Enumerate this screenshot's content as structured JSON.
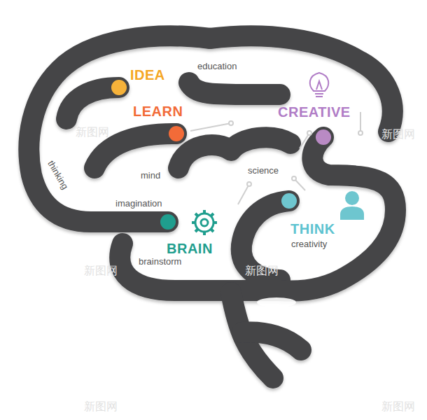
{
  "diagram": {
    "labels": [
      "IDEA",
      "education",
      "LEARN",
      "CREATIVE",
      "thinking",
      "mind",
      "science",
      "imagination",
      "BRAIN",
      "THINK",
      "creativity",
      "brainstorm",
      "新图网",
      "新图网",
      "新图网",
      "新图网",
      "新图网",
      "新图网"
    ]
  }
}
